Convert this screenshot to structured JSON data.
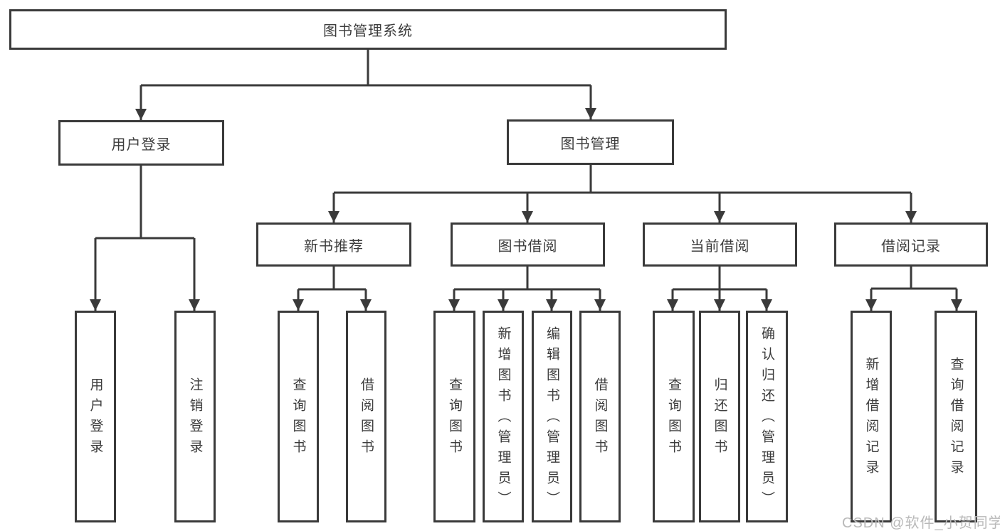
{
  "colors": {
    "line": "#3a3a3a",
    "text": "#3c3c3c",
    "watermark": "#b9b9b9"
  },
  "watermark": "CSDN @软件_小贺同学",
  "tree": {
    "root": "图书管理系统",
    "branches": [
      {
        "label": "用户登录",
        "children": [
          {
            "label": "用户登录"
          },
          {
            "label": "注销登录"
          }
        ]
      },
      {
        "label": "图书管理",
        "children": [
          {
            "label": "新书推荐",
            "children": [
              {
                "label": "查询图书"
              },
              {
                "label": "借阅图书"
              }
            ]
          },
          {
            "label": "图书借阅",
            "children": [
              {
                "label": "查询图书"
              },
              {
                "label": "新增图书（管理员）"
              },
              {
                "label": "编辑图书（管理员）"
              },
              {
                "label": "借阅图书"
              }
            ]
          },
          {
            "label": "当前借阅",
            "children": [
              {
                "label": "查询图书"
              },
              {
                "label": "归还图书"
              },
              {
                "label": "确认归还（管理员）"
              }
            ]
          },
          {
            "label": "借阅记录",
            "children": [
              {
                "label": "新增借阅记录"
              },
              {
                "label": "查询借阅记录"
              }
            ]
          }
        ]
      }
    ]
  }
}
